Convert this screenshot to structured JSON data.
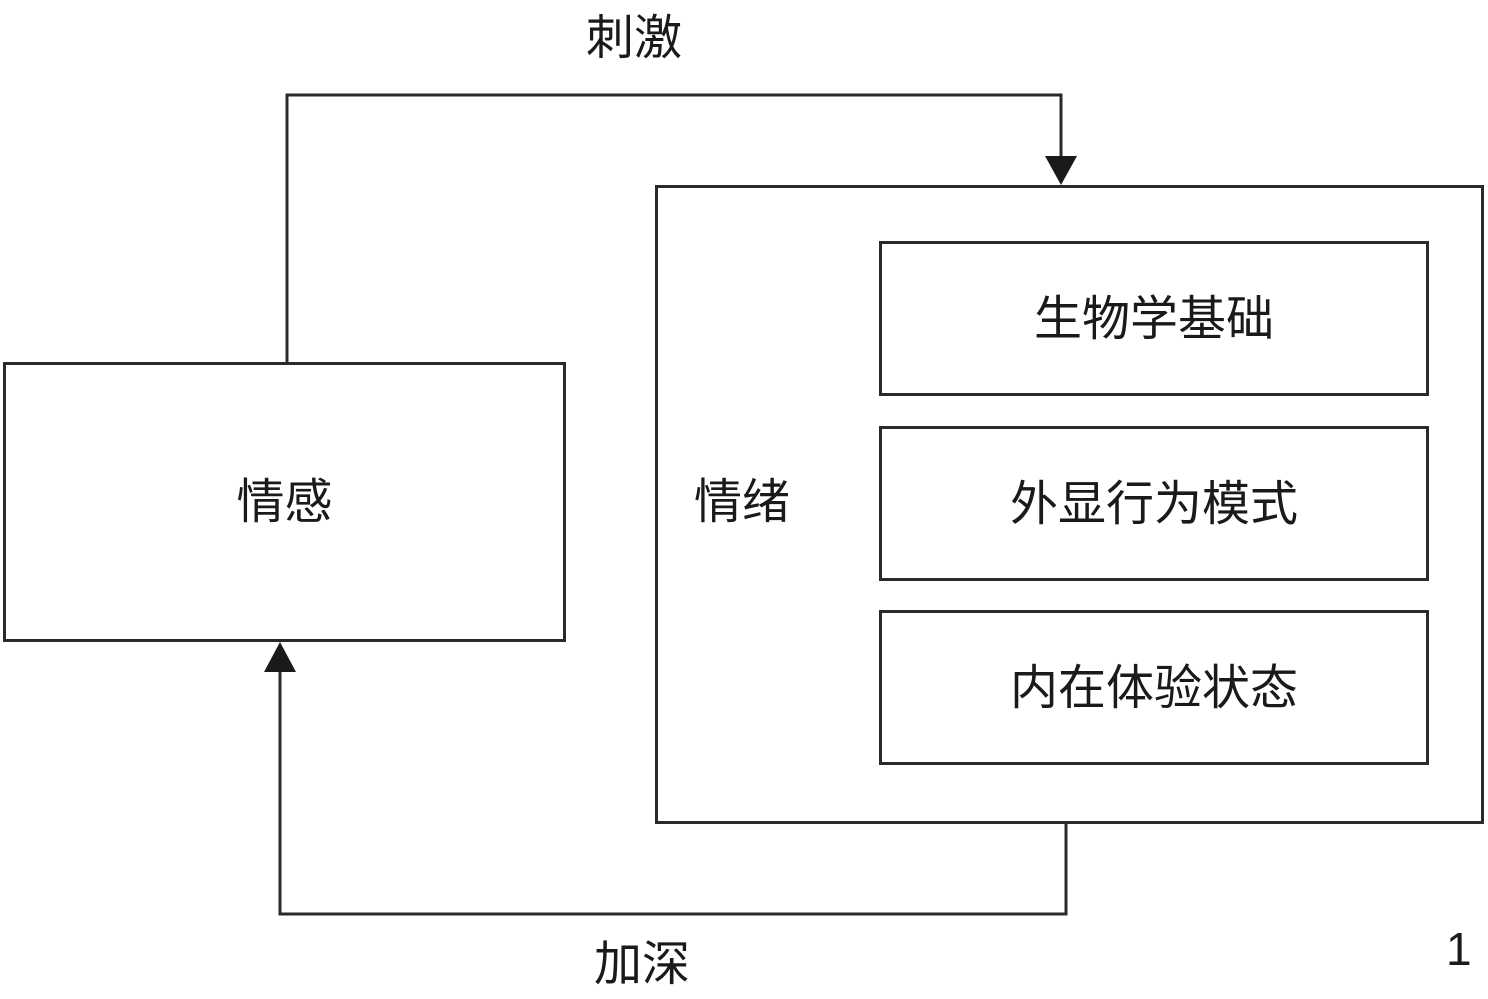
{
  "diagram": {
    "feeling": {
      "label": "情感"
    },
    "emotion": {
      "label": "情绪",
      "components": [
        {
          "label": "生物学基础"
        },
        {
          "label": "外显行为模式"
        },
        {
          "label": "内在体验状态"
        }
      ]
    },
    "arrows": {
      "top": {
        "label": "刺激"
      },
      "bottom": {
        "label": "加深"
      }
    },
    "figure_number": "1"
  }
}
